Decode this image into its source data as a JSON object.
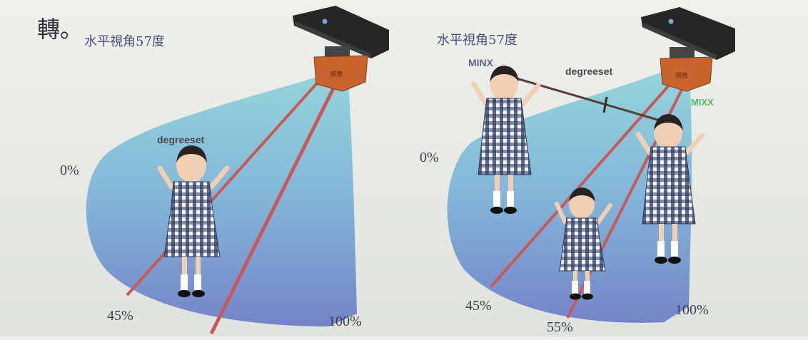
{
  "header": {
    "partial_line": "轉。"
  },
  "left_panel": {
    "fov_label": "水平視角57度",
    "marker_label": "degreeset",
    "percent_left": "0%",
    "percent_bottom_left": "45%",
    "percent_bottom_right": "100%",
    "sensor_text": "感應"
  },
  "right_panel": {
    "fov_label": "水平視角57度",
    "marker_label": "degreeset",
    "min_label": "MINX",
    "max_label": "MIXX",
    "percent_left": "0%",
    "percent_bottom_left": "45%",
    "percent_bottom_mid": "55%",
    "percent_bottom_right": "100%",
    "sensor_text": "感應"
  },
  "colors": {
    "field_top": "#8fd3da",
    "field_bottom": "#6e7fc7",
    "laser": "#c9585a",
    "sensor_body": "#c8642e",
    "device": "#2a2a2a",
    "dress": "#2c3a63"
  }
}
